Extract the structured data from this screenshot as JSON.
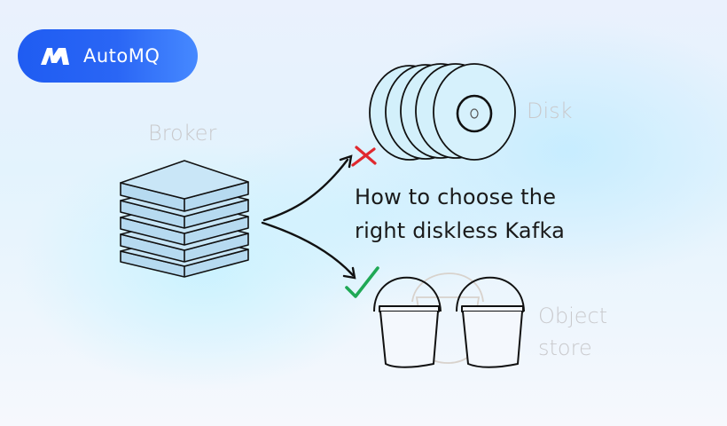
{
  "brand": {
    "name": "AutoMQ",
    "logo_icon": "automq-m-logo-icon",
    "colors": {
      "gradient_start": "#1f5cf2",
      "gradient_end": "#4689ff",
      "text": "#ffffff"
    }
  },
  "diagram": {
    "headline": {
      "line1": "How to choose the",
      "line2": "right diskless Kafka"
    },
    "nodes": {
      "broker": {
        "label": "Broker",
        "icon": "server-stack-icon"
      },
      "disk": {
        "label": "Disk",
        "icon": "disk-stack-icon",
        "status_icon": "cross-icon",
        "status_color": "#e0282e"
      },
      "object_store": {
        "label_line1": "Object",
        "label_line2": "store",
        "icon": "buckets-icon",
        "status_icon": "check-icon",
        "status_color": "#1fa855"
      }
    },
    "arrows": [
      {
        "from": "broker",
        "to": "disk"
      },
      {
        "from": "broker",
        "to": "object_store"
      }
    ]
  },
  "colors": {
    "label_gray": "#c9c9cc",
    "stroke": "#111111",
    "slab_fill": "#bfe0f4",
    "background": "#e4f3fd"
  }
}
